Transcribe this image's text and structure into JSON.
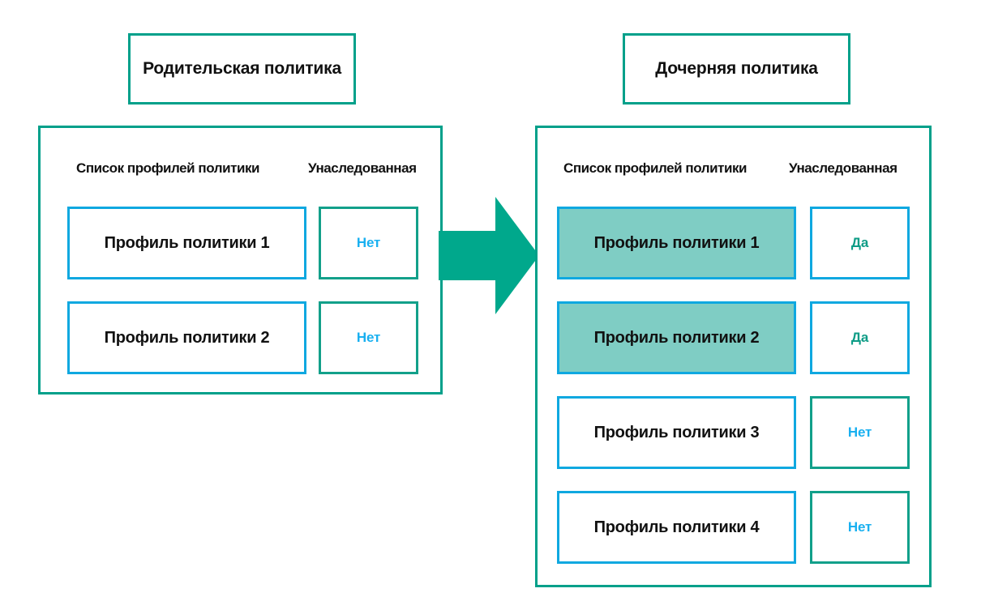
{
  "colors": {
    "teal_border": "#00a08a",
    "blue_border": "#0fa8e0",
    "highlight_fill": "#7fcdc4",
    "arrow": "#00a88c",
    "no_text": "#19b0f0",
    "yes_text": "#0e9c86",
    "text": "#111111"
  },
  "parent": {
    "title": "Родительская политика",
    "headers": {
      "profiles": "Список профилей политики",
      "inherited": "Унаследованная"
    },
    "rows": [
      {
        "profile": "Профиль политики 1",
        "inherited": "Нет",
        "highlighted": false
      },
      {
        "profile": "Профиль политики 2",
        "inherited": "Нет",
        "highlighted": false
      }
    ]
  },
  "child": {
    "title": "Дочерняя политика",
    "headers": {
      "profiles": "Список профилей политики",
      "inherited": "Унаследованная"
    },
    "rows": [
      {
        "profile": "Профиль политики 1",
        "inherited": "Да",
        "highlighted": true
      },
      {
        "profile": "Профиль политики 2",
        "inherited": "Да",
        "highlighted": true
      },
      {
        "profile": "Профиль политики 3",
        "inherited": "Нет",
        "highlighted": false
      },
      {
        "profile": "Профиль политики 4",
        "inherited": "Нет",
        "highlighted": false
      }
    ]
  },
  "arrow": {
    "icon": "arrow-right-icon",
    "direction": "right"
  }
}
